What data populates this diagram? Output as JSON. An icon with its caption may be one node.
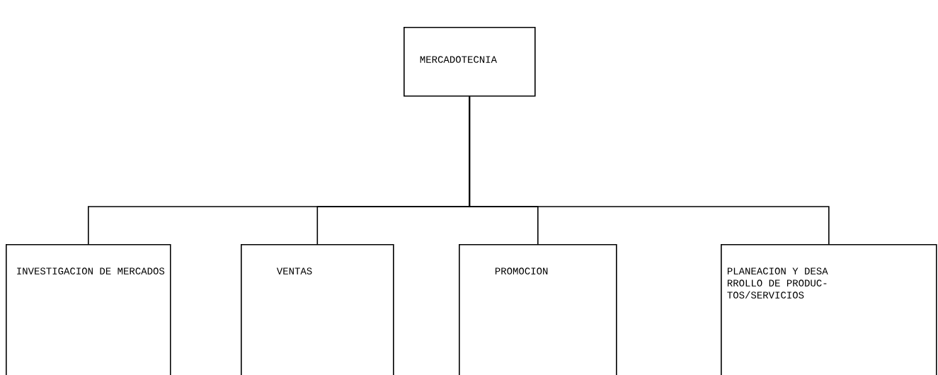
{
  "diagram": {
    "nodes": [
      {
        "text": [
          "MERCADOTECNIA"
        ]
      },
      {
        "text": [
          "INVESTIGACION DE MERCADOS"
        ]
      },
      {
        "text": [
          "VENTAS"
        ]
      },
      {
        "text": [
          "PROMOCION"
        ]
      },
      {
        "text": [
          "PLANEACION Y DESA RROLLO DE PRODUC- TOS/SERVICIOS"
        ]
      }
    ],
    "edges": [
      {
        "from": 0,
        "to": 1,
        "arrow": "none"
      },
      {
        "from": 0,
        "to": 2,
        "arrow": "none"
      },
      {
        "from": 0,
        "to": 3,
        "arrow": "none"
      },
      {
        "from": 0,
        "to": 4,
        "arrow": "none"
      }
    ]
  }
}
